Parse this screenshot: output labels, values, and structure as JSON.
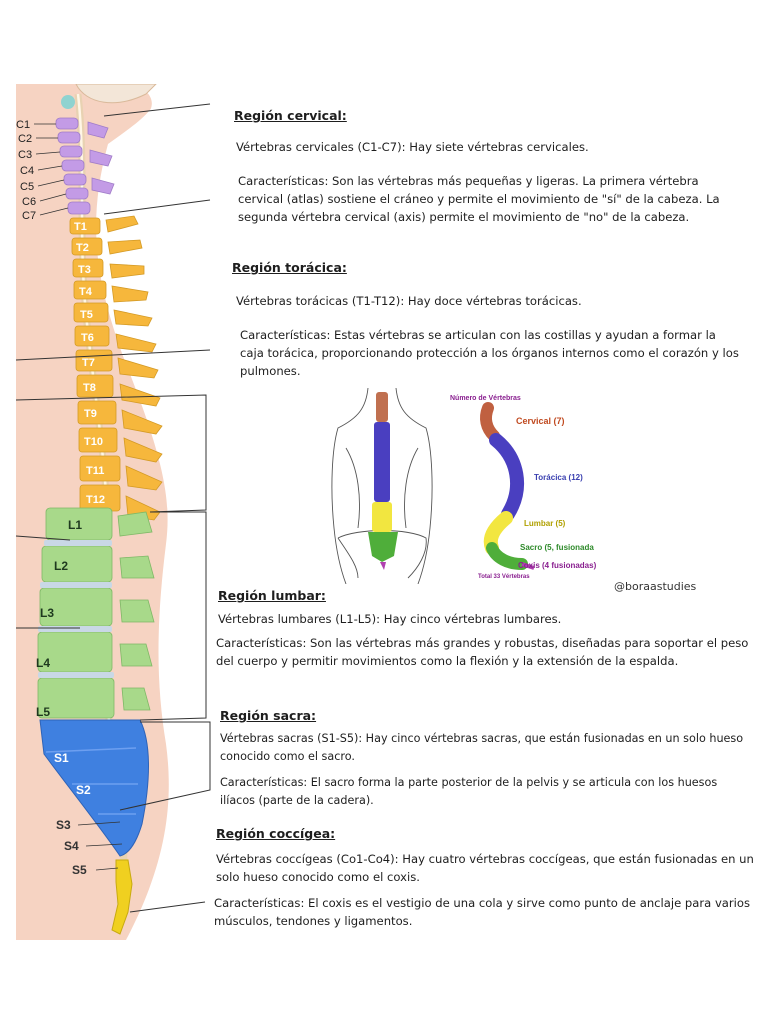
{
  "figure": {
    "vertebra_labels": {
      "cervical": [
        "C1",
        "C2",
        "C3",
        "C4",
        "C5",
        "C6",
        "C7"
      ],
      "thoracic": [
        "T1",
        "T2",
        "T3",
        "T4",
        "T5",
        "T6",
        "T7",
        "T8",
        "T9",
        "T10",
        "T11",
        "T12"
      ],
      "lumbar": [
        "L1",
        "L2",
        "L3",
        "L4",
        "L5"
      ],
      "sacral": [
        "S1",
        "S2",
        "S3",
        "S4",
        "S5"
      ]
    },
    "colors": {
      "cervical": "#c39be6",
      "thoracic": "#f6b73c",
      "lumbar": "#a8d98a",
      "sacral": "#3f80e0",
      "coccyx": "#f0d020",
      "skin": "#f4c9b5",
      "cord": "#f3e2c6"
    }
  },
  "sections": {
    "cervical": {
      "title": "Región cervical:",
      "vertebras": "Vértebras cervicales (C1-C7): Hay siete vértebras cervicales.",
      "caracteristicas": "Características: Son las vértebras más pequeñas y ligeras. La primera vértebra cervical (atlas) sostiene el cráneo y permite el movimiento de \"sí\" de la cabeza. La segunda vértebra cervical (axis) permite el movimiento de \"no\" de la cabeza."
    },
    "thoracic": {
      "title": "Región torácica:",
      "vertebras": "Vértebras torácicas (T1-T12): Hay doce vértebras torácicas.",
      "caracteristicas": "Características: Estas vértebras se articulan con las costillas y ayudan a formar la caja torácica, proporcionando protección a los órganos internos como el corazón y los pulmones."
    },
    "lumbar": {
      "title": "Región lumbar:",
      "vertebras": "Vértebras lumbares (L1-L5): Hay cinco vértebras lumbares.",
      "caracteristicas": "Características: Son las vértebras más grandes y robustas, diseñadas para soportar el peso del cuerpo y permitir movimientos como la flexión y la extensión de la espalda."
    },
    "sacral": {
      "title": "Región sacra:",
      "vertebras": "Vértebras sacras (S1-S5): Hay cinco vértebras sacras, que están fusionadas en un solo hueso conocido como el sacro.",
      "caracteristicas": "Características: El sacro forma la parte posterior de la pelvis y se articula con los huesos ilíacos (parte de la cadera)."
    },
    "coccygeal": {
      "title": "Región coccígea:",
      "vertebras": "Vértebras coccígeas (Co1-Co4): Hay cuatro vértebras coccígeas, que están fusionadas en un solo hueso conocido como el coxis.",
      "caracteristicas": "Características: El coxis es el vestigio de una cola y sirve como punto de anclaje para varios músculos, tendones y ligamentos."
    }
  },
  "inset": {
    "header": "Número de Vértebras",
    "cervical": "Cervical (7)",
    "toracica": "Torácica (12)",
    "lumbar": "Lumbar (5)",
    "sacro": "Sacro (5, fusionada",
    "coxis": "Coxis (4 fusionadas)",
    "total": "Total 33 Vértebras",
    "credit": "@boraastudies"
  }
}
